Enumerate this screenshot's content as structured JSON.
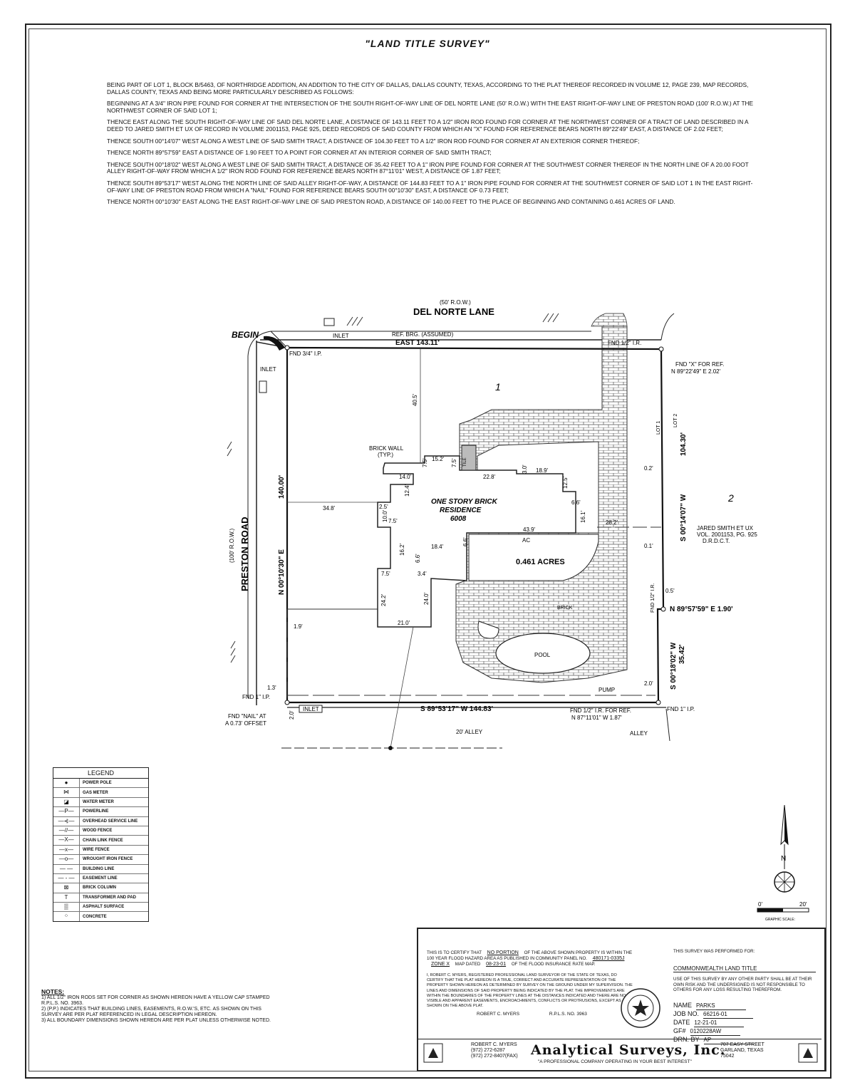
{
  "title": "\"LAND TITLE SURVEY\"",
  "description": [
    "BEING PART OF LOT 1, BLOCK B/5463, OF NORTHRIDGE ADDITION, AN ADDITION TO THE CITY OF DALLAS, DALLAS COUNTY, TEXAS, ACCORDING TO THE PLAT THEREOF RECORDED IN VOLUME 12, PAGE 239, MAP RECORDS, DALLAS COUNTY, TEXAS AND BEING MORE PARTICULARLY DESCRIBED AS FOLLOWS:",
    "BEGINNING AT A 3/4\" IRON PIPE FOUND FOR CORNER AT THE INTERSECTION OF THE SOUTH RIGHT-OF-WAY LINE OF DEL NORTE LANE (50' R.O.W.) WITH THE EAST RIGHT-OF-WAY LINE OF PRESTON ROAD (100' R.O.W.) AT THE NORTHWEST CORNER OF SAID LOT 1;",
    "THENCE EAST ALONG THE SOUTH RIGHT-OF-WAY LINE OF SAID DEL NORTE LANE, A DISTANCE OF 143.11 FEET TO A 1/2\" IRON ROD FOUND FOR CORNER AT THE NORTHWEST CORNER OF A TRACT OF LAND DESCRIBED IN A DEED TO JARED SMITH ET UX OF RECORD IN VOLUME 2001153, PAGE 925, DEED RECORDS OF SAID COUNTY FROM WHICH AN \"X\" FOUND FOR REFERENCE BEARS NORTH 89°22'49\" EAST, A DISTANCE OF 2.02 FEET;",
    "THENCE SOUTH 00°14'07\" WEST ALONG A WEST LINE OF SAID SMITH TRACT, A DISTANCE OF 104.30 FEET TO A 1/2\" IRON ROD FOUND FOR CORNER AT AN EXTERIOR CORNER THEREOF;",
    "THENCE NORTH 89°57'59\" EAST A DISTANCE OF 1.90 FEET TO A POINT FOR CORNER AT AN INTERIOR CORNER OF SAID SMITH TRACT;",
    "THENCE SOUTH 00°18'02\" WEST ALONG A WEST LINE OF SAID SMITH TRACT, A DISTANCE OF 35.42 FEET TO A 1\" IRON PIPE FOUND FOR CORNER AT THE SOUTHWEST CORNER THEREOF IN THE NORTH LINE OF A 20.00 FOOT ALLEY RIGHT-OF-WAY FROM WHICH A 1/2\" IRON ROD FOUND FOR REFERENCE BEARS NORTH 87°11'01\" WEST, A DISTANCE OF 1.87 FEET;",
    "THENCE SOUTH 89°53'17\" WEST ALONG THE NORTH LINE OF SAID ALLEY RIGHT-OF-WAY, A DISTANCE OF 144.83 FEET TO A 1\" IRON PIPE FOUND FOR CORNER AT THE SOUTHWEST CORNER OF SAID LOT 1 IN THE EAST RIGHT-OF-WAY LINE OF PRESTON ROAD FROM WHICH A \"NAIL\" FOUND FOR REFERENCE BEARS SOUTH 00°10'30\" EAST, A DISTANCE OF 0.73 FEET;",
    "THENCE NORTH 00°10'30\" EAST ALONG THE EAST RIGHT-OF-WAY LINE OF SAID PRESTON ROAD, A DISTANCE OF 140.00 FEET TO THE PLACE OF BEGINNING AND CONTAINING 0.461 ACRES OF LAND."
  ],
  "plat": {
    "street_north": "DEL NORTE LANE",
    "street_north_row": "(50' R.O.W.)",
    "street_west": "PRESTON ROAD",
    "street_west_row": "(100' R.O.W.)",
    "begin": "BEGIN",
    "inlet": "INLET",
    "ref_brg": "REF. BRG. (ASSUMED)",
    "north_call": "EAST   143.11'",
    "fnd_34_ip": "FND 3/4\" I.P.",
    "fnd_12_ir": "FND 1/2\" I.R.",
    "fnd_x": "FND \"X\" FOR REF.",
    "fnd_x_call": "N 89°22'49\" E    2.02'",
    "lot_1_big": "1",
    "lot_2_big": "2",
    "lot_1": "LOT 1",
    "lot_2": "LOT 2",
    "east_call_1": "S 00°14'07\" W",
    "east_dist_1": "104.30'",
    "jared": "JARED SMITH ET UX",
    "jared_vol": "VOL. 2001153, PG. 925",
    "jared_rec": "D.R.D.C.T.",
    "west_call": "N 00°10'30\" E",
    "west_dist": "140.00'",
    "jog_call": "N 89°57'59\" E      1.90'",
    "fnd_12_ir_vert": "FND 1/2\" I.R.",
    "east_call_2": "S 00°18'02\" W",
    "east_dist_2": "35.42'",
    "south_call": "S 89°53'17\" W       144.83'",
    "fnd_1_ip": "FND 1\" I.P.",
    "fnd_ref_ir": "FND 1/2\" I.R. FOR REF.",
    "fnd_ref_ir_call": "N 87°11'01\" W        1.87'",
    "fnd_nail": "FND \"NAIL\" AT",
    "fnd_nail_2": "A 0.73' OFFSET",
    "alley": "20' ALLEY",
    "alley_2": "ALLEY",
    "brick_wall": "BRICK WALL",
    "typ": "(TYP.)",
    "residence_1": "ONE STORY BRICK",
    "residence_2": "RESIDENCE",
    "residence_3": "6008",
    "acres": "0.461 ACRES",
    "ac": "AC",
    "brick": "BRICK",
    "pool": "POOL",
    "pump": "PUMP",
    "tile": "TILE",
    "dims": [
      "40.5'",
      "15.2'",
      "7.5'",
      "7.5'",
      "14.0'",
      "22.8'",
      "3.0'",
      "18.9'",
      "12.5'",
      "12.4'",
      "34.8'",
      "2.5'",
      "10.0'",
      "7.5'",
      "6.6'",
      "16.1'",
      "28.2'",
      "43.9'",
      "18.4'",
      "6.6'",
      "16.2'",
      "6.6'",
      "7.5'",
      "3.4'",
      "24.2'",
      "24.0'",
      "21.0'",
      "1.9'",
      "1.3'",
      "2.0'",
      "2.0'",
      "0.2'",
      "0.1'",
      "0.5'"
    ],
    "north_arrow": "N",
    "scale_0": "0'",
    "scale_20": "20'",
    "scale_label": "GRAPHIC SCALE:"
  },
  "legend": {
    "title": "LEGEND",
    "items": [
      {
        "sym": "●",
        "label": "POWER POLE"
      },
      {
        "sym": "⋈",
        "label": "GAS METER"
      },
      {
        "sym": "◪",
        "label": "WATER METER"
      },
      {
        "sym": "—P—",
        "label": "POWERLINE"
      },
      {
        "sym": "—⊰—",
        "label": "OVERHEAD SERVICE LINE"
      },
      {
        "sym": "—//—",
        "label": "WOOD FENCE"
      },
      {
        "sym": "—X—",
        "label": "CHAIN LINK FENCE"
      },
      {
        "sym": "—x—",
        "label": "WIRE FENCE"
      },
      {
        "sym": "—o—",
        "label": "WROUGHT IRON FENCE"
      },
      {
        "sym": "— —",
        "label": "BUILDING LINE"
      },
      {
        "sym": "— - —",
        "label": "EASEMENT LINE"
      },
      {
        "sym": "⊠",
        "label": "BRICK COLUMN"
      },
      {
        "sym": "T",
        "label": "TRANSFORMER AND PAD"
      },
      {
        "sym": "▒",
        "label": "ASPHALT SURFACE"
      },
      {
        "sym": "⁘",
        "label": "CONCRETE"
      }
    ]
  },
  "notes": {
    "title": "NOTES:",
    "lines": [
      "1) ALL 1/2\" IRON RODS SET FOR CORNER AS SHOWN HEREON HAVE A YELLOW CAP STAMPED R.P.L.S. NO. 3963.",
      "2) (P.P.) INDICATES THAT BUILDING LINES, EASEMENTS, R.O.W.'S, ETC. AS SHOWN ON THIS SURVEY ARE PER PLAT REFERENCED IN LEGAL DESCRIPTION HEREON.",
      "3) ALL BOUNDARY DIMENSIONS SHOWN HEREON ARE PER PLAT UNLESS OTHERWISE NOTED."
    ]
  },
  "titleblock": {
    "cert_a": "THIS IS TO CERTIFY THAT",
    "no_portion": "NO PORTION",
    "cert_b": "OF THE ABOVE SHOWN PROPERTY IS WITHIN THE 100 YEAR FLOOD HAZARD AREA AS PUBLISHED IN COMMUNITY PANEL NO.",
    "panel": "480171-0335J",
    "zone": "ZONE X",
    "map_dated": "MAP DATED",
    "map_date": "08-23-01",
    "cert_c": "OF THE FLOOD INSURANCE RATE MAP.",
    "surveyor_text": "I, ROBERT C. MYERS, REGISTERED PROFESSIONAL LAND SURVEYOR OF THE STATE OF TEXAS, DO CERTIFY THAT THE PLAT HEREON IS A TRUE, CORRECT AND ACCURATE REPRESENTATION OF THE PROPERTY SHOWN HEREON AS DETERMINED BY SURVEY ON THE GROUND UNDER MY SUPERVISION. THE LINES AND DIMENSIONS OF SAID PROPERTY BEING INDICATED BY THE PLAT. THE IMPROVEMENTS ARE WITHIN THE BOUNDARIES OF THE PROPERTY LINES AT THE DISTANCES INDICATED AND THERE ARE NO VISIBLE AND APPARENT EASEMENTS, ENCROACHMENTS, CONFLICTS OR PROTRUSIONS, EXCEPT AS SHOWN ON THE ABOVE PLAT.",
    "signer": "ROBERT C. MYERS",
    "rpls": "R.P.L.S. NO. 3963",
    "performed_for": "THIS SURVEY WAS PERFORMED FOR:",
    "client": "COMMONWEALTH LAND TITLE",
    "disclaimer": "USE OF THIS SURVEY BY ANY OTHER PARTY SHALL BE AT THEIR OWN RISK AND THE UNDERSIGNED IS NOT RESPONSIBLE TO OTHERS FOR ANY LOSS RESULTING THEREFROM.",
    "name_label": "NAME",
    "name": "PARKS",
    "job_label": "JOB NO.",
    "job": "66216-01",
    "date_label": "DATE",
    "date": "12-21-01",
    "gf_label": "GF#",
    "gf": "0120228AW",
    "drn_label": "DRN. BY",
    "drn": "AP",
    "contact_name": "ROBERT C. MYERS",
    "phone": "(972) 272-6287",
    "fax": "(972) 272-8407(FAX)",
    "firm": "Analytical Surveys, Inc.",
    "tagline": "\"A PROFESSIONAL COMPANY OPERATING IN YOUR BEST INTEREST\"",
    "addr_1": "707 EASY STREET",
    "addr_2": "GARLAND, TEXAS",
    "addr_3": "75042"
  }
}
